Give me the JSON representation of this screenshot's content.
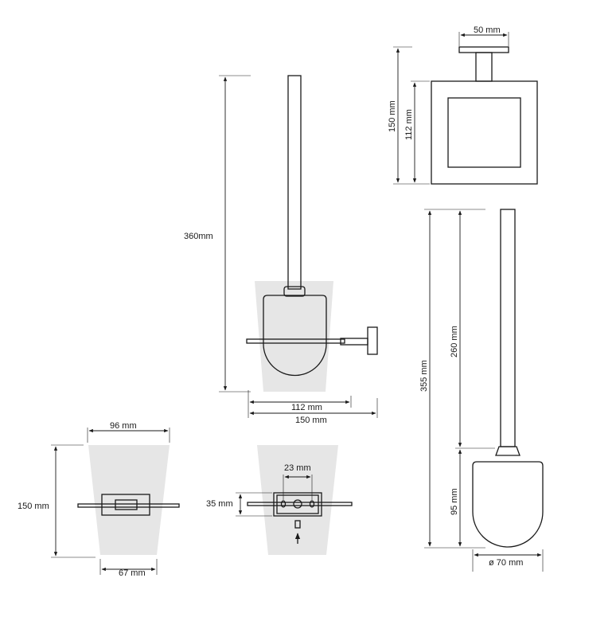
{
  "dimensions": {
    "side_view": {
      "total_height": "360mm",
      "depth": "112 mm",
      "total_depth": "150 mm"
    },
    "wall_plate": {
      "width": "50 mm",
      "height": "150 mm",
      "inner_height": "112 mm"
    },
    "brush": {
      "total_length": "355 mm",
      "handle_length": "260 mm",
      "head_length": "95 mm",
      "head_diameter": "ø 70 mm"
    },
    "front_view": {
      "top_width": "96 mm",
      "bottom_width": "67 mm",
      "height": "150 mm"
    },
    "mount_detail": {
      "hole_spacing": "23 mm",
      "plate_height": "35 mm"
    }
  }
}
